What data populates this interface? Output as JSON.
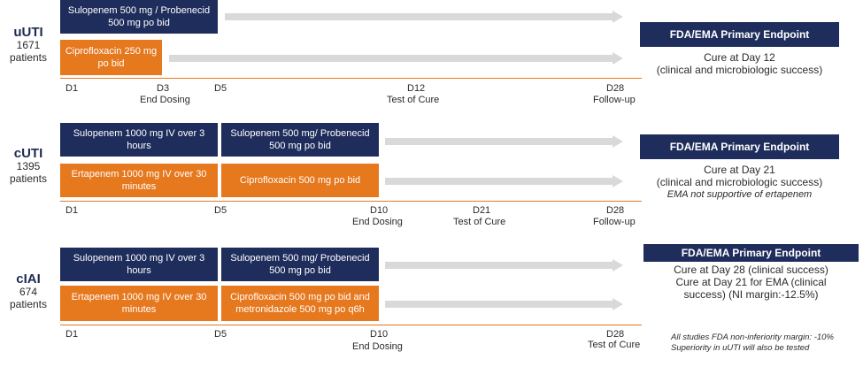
{
  "uuti": {
    "name": "uUTI",
    "count": "1671",
    "unit": "patients",
    "navy_box": "Sulopenem 500 mg / Probenecid 500 mg po bid",
    "orange_box": "Ciprofloxacin 250 mg po bid",
    "ticks": {
      "d1": "D1",
      "d3": "D3",
      "d3_sub": "End Dosing",
      "d5": "D5",
      "d12": "D12",
      "d12_sub": "Test of Cure",
      "d28": "D28",
      "d28_sub": "Follow-up"
    },
    "endpoint_title": "FDA/EMA Primary Endpoint",
    "endpoint_line1": "Cure at Day 12",
    "endpoint_line2": "(clinical and microbiologic success)"
  },
  "cuti": {
    "name": "cUTI",
    "count": "1395",
    "unit": "patients",
    "navy_box1": "Sulopenem 1000 mg IV over 3 hours",
    "navy_box2": "Sulopenem 500 mg/ Probenecid 500 mg po bid",
    "orange_box1": "Ertapenem 1000 mg IV over 30 minutes",
    "orange_box2": "Ciprofloxacin 500 mg po bid",
    "ticks": {
      "d1": "D1",
      "d5": "D5",
      "d10": "D10",
      "d10_sub": "End Dosing",
      "d21": "D21",
      "d21_sub": "Test of Cure",
      "d28": "D28",
      "d28_sub": "Follow-up"
    },
    "endpoint_title": "FDA/EMA Primary Endpoint",
    "endpoint_line1": "Cure at Day 21",
    "endpoint_line2": "(clinical and microbiologic success)",
    "endpoint_note": "EMA not supportive of ertapenem"
  },
  "ciai": {
    "name": "cIAI",
    "count": "674",
    "unit": "patients",
    "navy_box1": "Sulopenem 1000 mg IV over 3 hours",
    "navy_box2": "Sulopenem 500 mg/ Probenecid 500 mg po bid",
    "orange_box1": "Ertapenem 1000 mg IV over 30 minutes",
    "orange_box2": "Ciprofloxacin 500 mg po bid and metronidazole 500 mg po q6h",
    "ticks": {
      "d1": "D1",
      "d5": "D5",
      "d10": "D10",
      "d10_sub": "End Dosing",
      "d28": "D28",
      "d28_sub": "Test of Cure"
    },
    "endpoint_title": "FDA/EMA Primary Endpoint",
    "endpoint_line1": "Cure at Day 28 (clinical success)",
    "endpoint_line2": "Cure at Day 21 for EMA (clinical",
    "endpoint_line3": "success) (NI margin:-12.5%)"
  },
  "footnote": {
    "line1": "All studies FDA non-inferiority margin: -10%",
    "line2": "Superiority in uUTI will also be tested"
  },
  "colors": {
    "navy": "#1f2d5c",
    "orange": "#e6781e",
    "arrow_gray": "#d9d9d9"
  }
}
